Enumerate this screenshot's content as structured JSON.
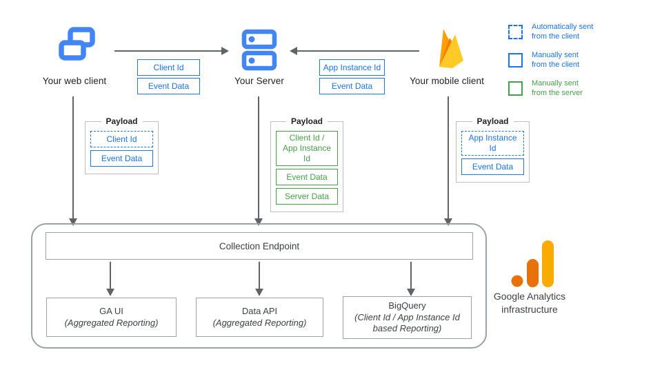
{
  "nodes": {
    "web_client": {
      "label": "Your web client",
      "icon": "overlapping-windows-icon"
    },
    "server": {
      "label": "Your Server",
      "icon": "server-stack-icon"
    },
    "mobile_client": {
      "label": "Your mobile client",
      "icon": "firebase-flame-icon"
    }
  },
  "flows": {
    "web_to_server": {
      "items": [
        {
          "label": "Client Id"
        },
        {
          "label": "Event Data"
        }
      ]
    },
    "mobile_to_server": {
      "items": [
        {
          "label": "App Instance Id"
        },
        {
          "label": "Event Data"
        }
      ]
    }
  },
  "legend": {
    "items": [
      {
        "label": "Automatically sent\nfrom the client",
        "swatch": "dashed-blue",
        "color": "#1a73e8"
      },
      {
        "label": "Manually sent\nfrom the client",
        "swatch": "solid-blue",
        "color": "#1a73e8"
      },
      {
        "label": "Manually sent\nfrom the server",
        "swatch": "solid-green",
        "color": "#43a047"
      }
    ]
  },
  "payloads": [
    {
      "title": "Payload",
      "owner": "web-client",
      "items": [
        {
          "label": "Client Id",
          "style": "blue-dashed"
        },
        {
          "label": "Event Data",
          "style": "blue-solid"
        }
      ]
    },
    {
      "title": "Payload",
      "owner": "server",
      "items": [
        {
          "label": "Client Id /\nApp Instance Id",
          "style": "green"
        },
        {
          "label": "Event Data",
          "style": "green"
        },
        {
          "label": "Server Data",
          "style": "green"
        }
      ]
    },
    {
      "title": "Payload",
      "owner": "mobile-client",
      "items": [
        {
          "label": "App Instance Id",
          "style": "blue-dashed"
        },
        {
          "label": "Event Data",
          "style": "blue-solid"
        }
      ]
    }
  ],
  "infrastructure": {
    "collection_endpoint": "Collection Endpoint",
    "outputs": [
      {
        "title": "GA UI",
        "subtitle": "(Aggregated Reporting)"
      },
      {
        "title": "Data API",
        "subtitle": "(Aggregated Reporting)"
      },
      {
        "title": "BigQuery",
        "subtitle": "(Client Id / App Instance Id\nbased Reporting)"
      }
    ],
    "label": "Google Analytics\ninfrastructure"
  },
  "colors": {
    "blue": "#1a73e8",
    "icon_blue": "#4285F4",
    "green": "#43a047",
    "arrow_gray": "#5f6368",
    "border_gray": "#9aa0a6",
    "firebase_orange": "#FFA000",
    "firebase_dark_orange": "#F57C00",
    "firebase_yellow": "#FFCA28",
    "ga_orange": "#E8710A",
    "ga_yellow": "#F9AB00",
    "text_dark": "#212121"
  }
}
